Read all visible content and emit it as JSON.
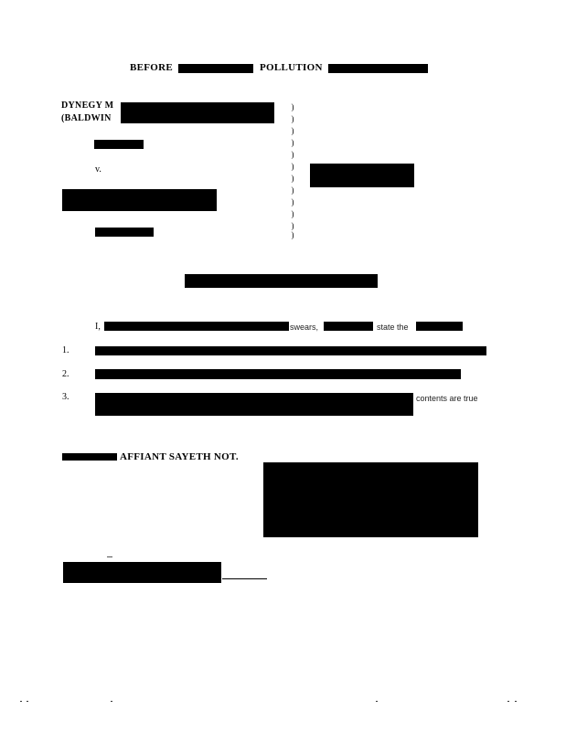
{
  "heading": {
    "before": "BEFORE",
    "pollution": "POLLUTION"
  },
  "caption": {
    "petitioner_line1": "DYNEGY M",
    "petitioner_line2": "(BALDWIN",
    "versus": "v.",
    "paren_mark": ")"
  },
  "affidavit": {
    "intro_i": "I,",
    "intro_swears": "swears,",
    "intro_states": "state the",
    "items": [
      {
        "number": "1."
      },
      {
        "number": "2."
      },
      {
        "number": "3.",
        "tail": "contents are true"
      }
    ],
    "closing": "AFFIANT SAYETH NOT."
  }
}
